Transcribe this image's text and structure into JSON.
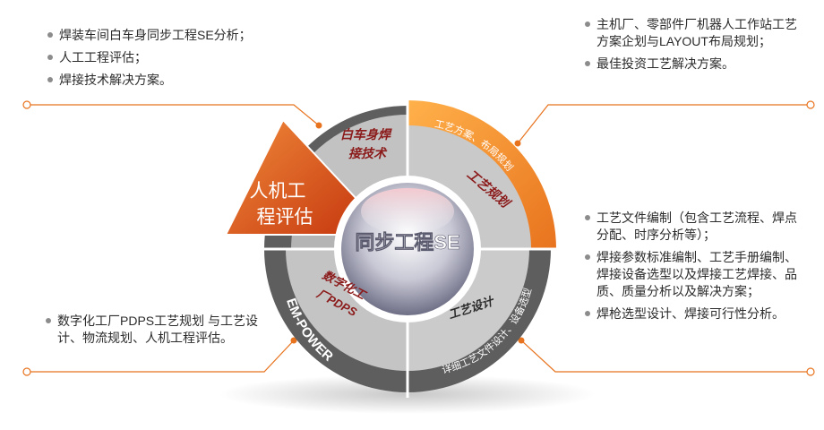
{
  "top_left_bullets": [
    "焊装车间白车身同步工程SE分析；",
    "人工工程评估；",
    "焊接技术解决方案。"
  ],
  "top_right_bullets": [
    "主机厂、零部件厂机器人工作站工艺方案企划与LAYOUT布局规划；",
    "最佳投资工艺解决方案。"
  ],
  "right_bullets": [
    "工艺文件编制（包含工艺流程、焊点分配、时序分析等）；",
    "焊接参数标准编制、工艺手册编制、焊接设备选型以及焊接工艺焊接、品质、质量分析以及解决方案；",
    "焊枪选型设计、焊接可行性分析。"
  ],
  "bottom_left_bullets": [
    "数字化工厂PDPS工艺规划 与工艺设计、物流规划、人机工程评估。"
  ],
  "wheel": {
    "center": "同步工程SE",
    "seg_body_welding": "白车身焊接技术",
    "seg_body_welding_l1": "白车身焊",
    "seg_body_welding_l2": "接技术",
    "seg_process_planning": "工艺规划",
    "outer_process_planning": "工艺方案、布局规划",
    "seg_ergonomics_l1": "人机工",
    "seg_ergonomics_l2": "程评估",
    "seg_digital_l1": "数字化工",
    "seg_digital_l2": "厂PDPS",
    "outer_digital": "EM-POWER",
    "seg_process_design": "工艺设计",
    "outer_process_design": "详细工艺文件设计、设备选型"
  },
  "colors": {
    "accent_orange": "#e8731e",
    "dark_red": "#8b1a1a",
    "gray": "#8c8c8c"
  }
}
